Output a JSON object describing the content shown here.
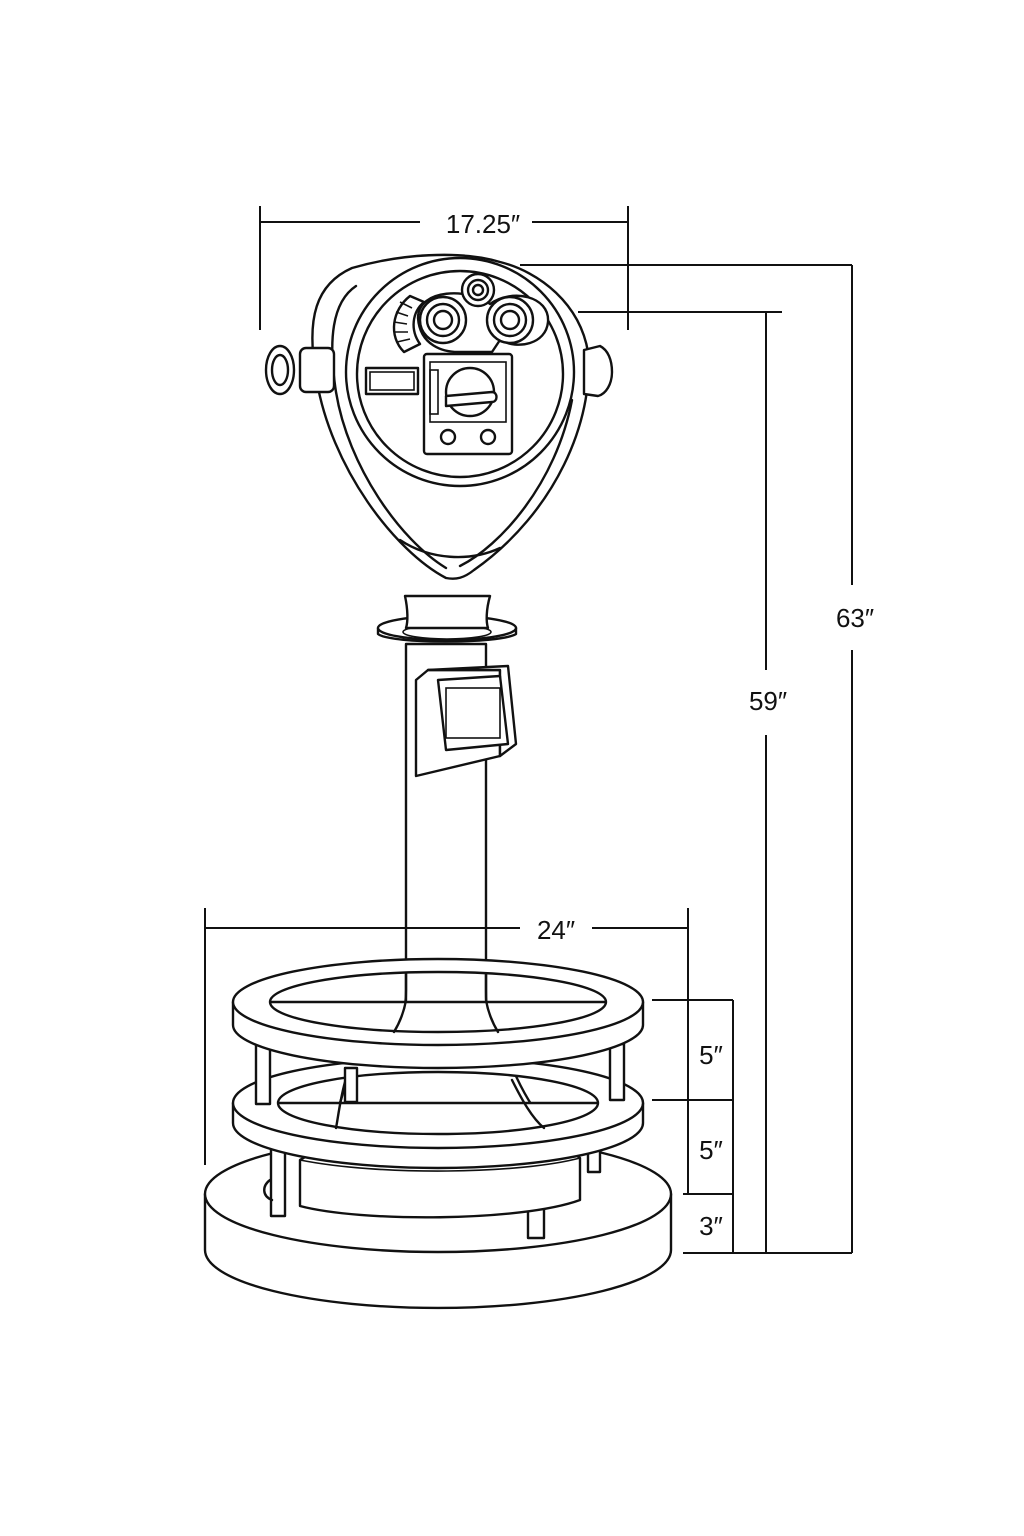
{
  "dimensions": {
    "top_width": "17.25″",
    "overall_height": "63″",
    "eyepiece_height": "59″",
    "base_width": "24″",
    "upper_ring_gap": "5″",
    "lower_ring_gap": "5″",
    "base_height": "3″"
  },
  "colors": {
    "line": "#111111",
    "background": "#ffffff"
  }
}
